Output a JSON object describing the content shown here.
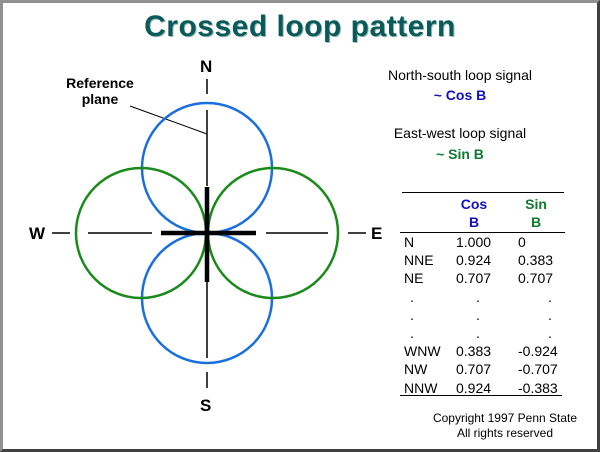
{
  "title": "Crossed loop pattern",
  "compass": {
    "n": "N",
    "s": "S",
    "e": "E",
    "w": "W"
  },
  "reference_label": {
    "line1": "Reference",
    "line2": "plane"
  },
  "ns_signal": {
    "label": "North-south loop signal",
    "formula": "~ Cos B"
  },
  "ew_signal": {
    "label": "East-west loop signal",
    "formula": "~ Sin B"
  },
  "colors": {
    "ns": "#1a6fe0",
    "ew": "#1a8a1a",
    "title": "#0a5a5a",
    "cos_header": "#1010c0",
    "sin_header": "#107a30"
  },
  "table": {
    "headers": {
      "cos1": "Cos",
      "cos2": "B",
      "sin1": "Sin",
      "sin2": "B"
    },
    "rows": [
      {
        "dir": "N",
        "cos": "1.000",
        "sin": "0"
      },
      {
        "dir": "NNE",
        "cos": "0.924",
        "sin": "0.383"
      },
      {
        "dir": "NE",
        "cos": "0.707",
        "sin": "0.707"
      },
      {
        "dir": ".",
        "cos": ".",
        "sin": "."
      },
      {
        "dir": ".",
        "cos": ".",
        "sin": "."
      },
      {
        "dir": ".",
        "cos": ".",
        "sin": "."
      },
      {
        "dir": "WNW",
        "cos": "0.383",
        "sin": "-0.924"
      },
      {
        "dir": "NW",
        "cos": "0.707",
        "sin": "-0.707"
      },
      {
        "dir": "NNW",
        "cos": "0.924",
        "sin": "-0.383"
      }
    ]
  },
  "copyright": {
    "line1": "Copyright 1997 Penn State",
    "line2": "All rights reserved"
  }
}
